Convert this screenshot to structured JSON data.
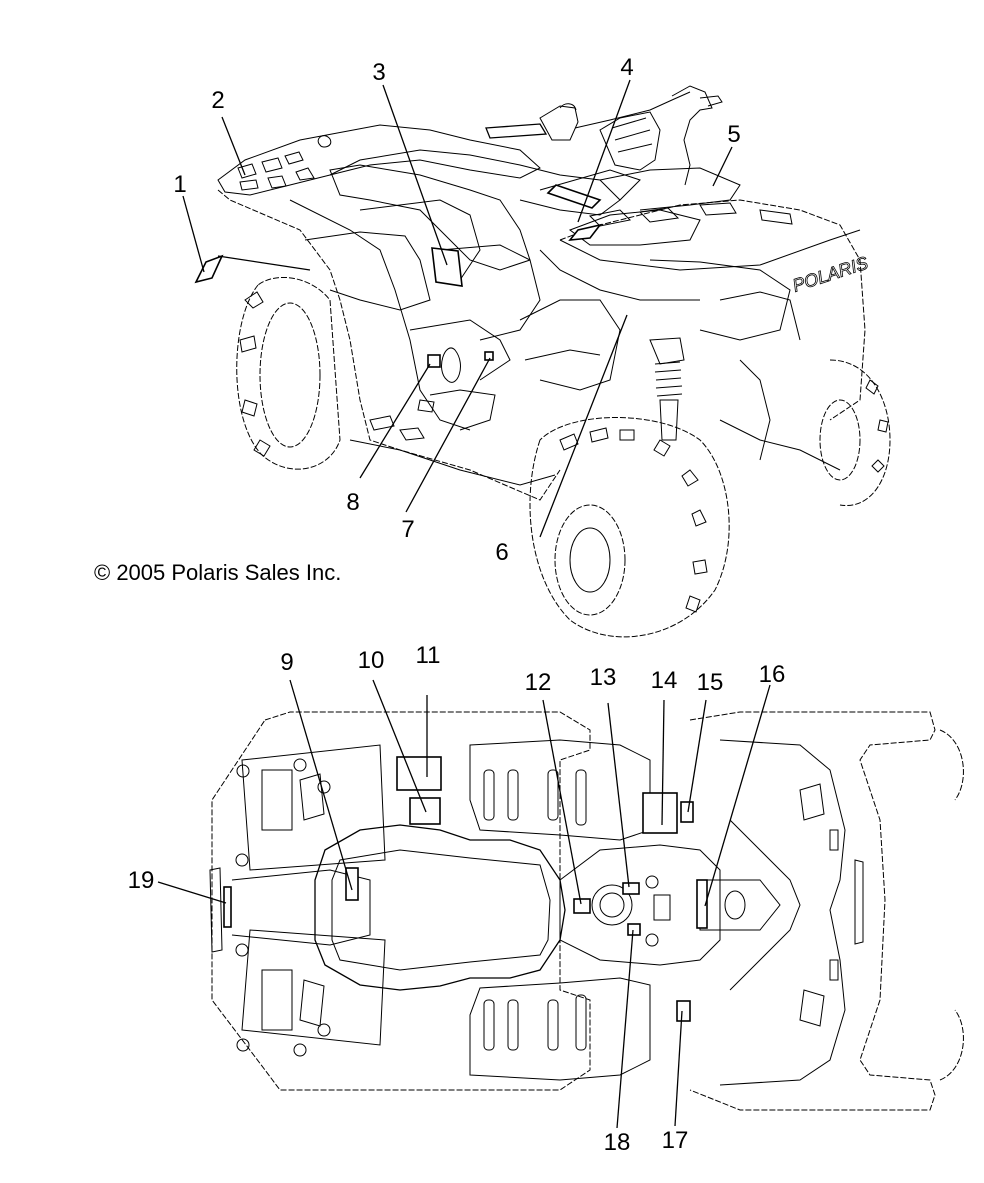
{
  "title": "Decals - ATV parts diagram",
  "copyright": "© 2005 Polaris Sales Inc.",
  "brand_mark": "POLARIS",
  "views": [
    {
      "name": "side-view",
      "callouts": [
        "1",
        "2",
        "3",
        "4",
        "5",
        "6",
        "7",
        "8"
      ]
    },
    {
      "name": "top-view",
      "callouts": [
        "9",
        "10",
        "11",
        "12",
        "13",
        "14",
        "15",
        "16",
        "17",
        "18",
        "19"
      ]
    }
  ],
  "callouts": {
    "c1": "1",
    "c2": "2",
    "c3": "3",
    "c4": "4",
    "c5": "5",
    "c6": "6",
    "c7": "7",
    "c8": "8",
    "c9": "9",
    "c10": "10",
    "c11": "11",
    "c12": "12",
    "c13": "13",
    "c14": "14",
    "c15": "15",
    "c16": "16",
    "c17": "17",
    "c18": "18",
    "c19": "19"
  }
}
